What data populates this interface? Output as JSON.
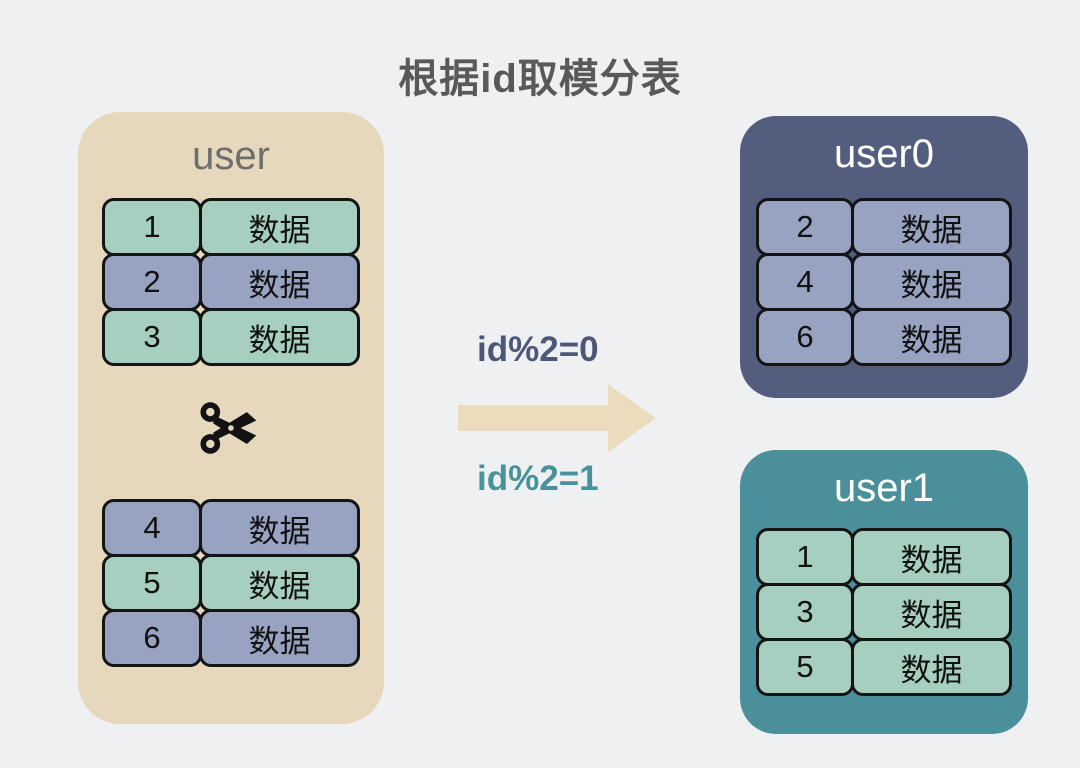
{
  "title": "根据id取模分表",
  "colors": {
    "background": "#eff0f2",
    "left-panel": "#e5d8bd",
    "left-title": "#6e6e6e",
    "dark-panel": "#535d7e",
    "teal-panel": "#4a8f99",
    "green-cell": "#a7cfc0",
    "blue-cell": "#98a2c1",
    "arrow": "#ecdcbe",
    "label-even": "#4d5878",
    "label-odd": "#47939b",
    "cell-border": "#141414",
    "title-color": "#595959"
  },
  "icons": {
    "split": "scissors-icon",
    "flow": "arrow-right-icon"
  },
  "source_table": {
    "name": "user",
    "upper_rows": [
      {
        "id": "1",
        "data": "数据",
        "color": "green"
      },
      {
        "id": "2",
        "data": "数据",
        "color": "blue"
      },
      {
        "id": "3",
        "data": "数据",
        "color": "green"
      }
    ],
    "lower_rows": [
      {
        "id": "4",
        "data": "数据",
        "color": "blue"
      },
      {
        "id": "5",
        "data": "数据",
        "color": "green"
      },
      {
        "id": "6",
        "data": "数据",
        "color": "blue"
      }
    ]
  },
  "split": {
    "even_label": "id%2=0",
    "odd_label": "id%2=1"
  },
  "shard_tables": [
    {
      "name": "user0",
      "rows": [
        {
          "id": "2",
          "data": "数据",
          "color": "blue"
        },
        {
          "id": "4",
          "data": "数据",
          "color": "blue"
        },
        {
          "id": "6",
          "data": "数据",
          "color": "blue"
        }
      ]
    },
    {
      "name": "user1",
      "rows": [
        {
          "id": "1",
          "data": "数据",
          "color": "green"
        },
        {
          "id": "3",
          "data": "数据",
          "color": "green"
        },
        {
          "id": "5",
          "data": "数据",
          "color": "green"
        }
      ]
    }
  ]
}
